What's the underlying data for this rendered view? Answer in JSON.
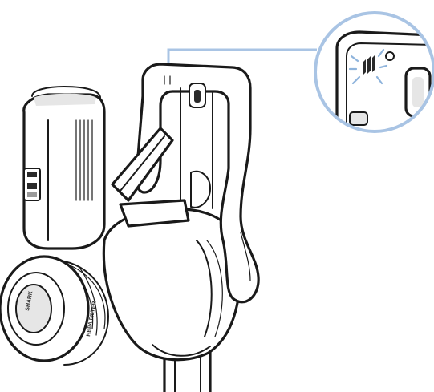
{
  "illustration": {
    "subject": "cordless-stick-vacuum-handheld-unit",
    "callout_target": "indicator-light-on-handle-top",
    "texts": {
      "filter_label": "HEPA FILTER",
      "brand_label": "SHARK"
    },
    "colors": {
      "line": "#1a1a1a",
      "callout": "#a9c4e4",
      "glow": "#8fb4dc",
      "shading": "#e6e6e6"
    }
  }
}
